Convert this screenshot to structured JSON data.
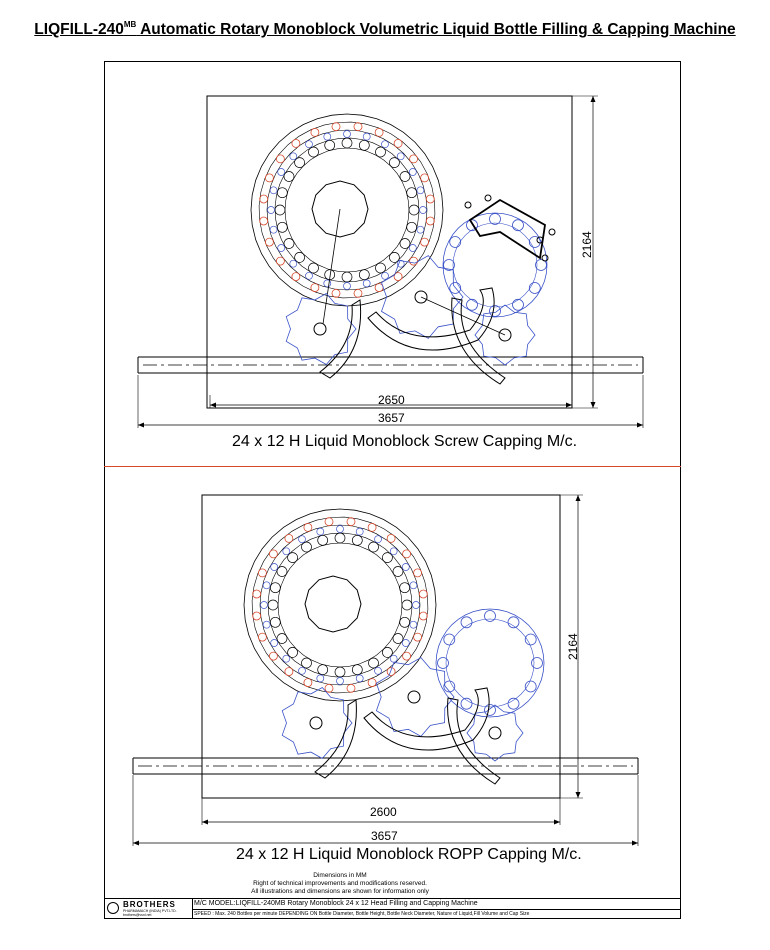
{
  "header": {
    "model": "LIQFILL-240",
    "model_sup": "MB",
    "title": "Automatic Rotary Monoblock Volumetric  Liquid Bottle Filling & Capping Machine"
  },
  "layouts": [
    {
      "caption": "24 x 12 H Liquid Monoblock Screw Capping M/c.",
      "inner_width": "2650",
      "overall_width": "3657",
      "height": "2164"
    },
    {
      "caption": "24 x 12 H Liquid Monoblock ROPP Capping M/c.",
      "inner_width": "2600",
      "overall_width": "3657",
      "height": "2164"
    }
  ],
  "notes": {
    "line1": "Dimensions in MM",
    "line2": "Right of technical improvements and modifications reserved.",
    "line3": "All illustrations and dimensions are shown for information only"
  },
  "footer": {
    "brand": "BROTHERS",
    "brand_sub": "PHARMAMACH (INDIA) PVT.LTD.",
    "brand_mail": "brothers@vsnl.net",
    "model_line": "M/C MODEL:LIQFILL-240MB   Rotary Monoblock 24 x 12 Head Filling and Capping Machine",
    "speed_line": "SPEED : Max. 240 Bottles per minute DEPENDING ON Bottle Diameter, Bottle Height, Bottle Neck Diameter, Nature of Liquid,Fill Volume and Cap Size"
  },
  "colors": {
    "line": "#000000",
    "blue": "#3a52c8",
    "red": "#d8482a"
  },
  "icons": {
    "logo": "brothers-logo-icon"
  }
}
